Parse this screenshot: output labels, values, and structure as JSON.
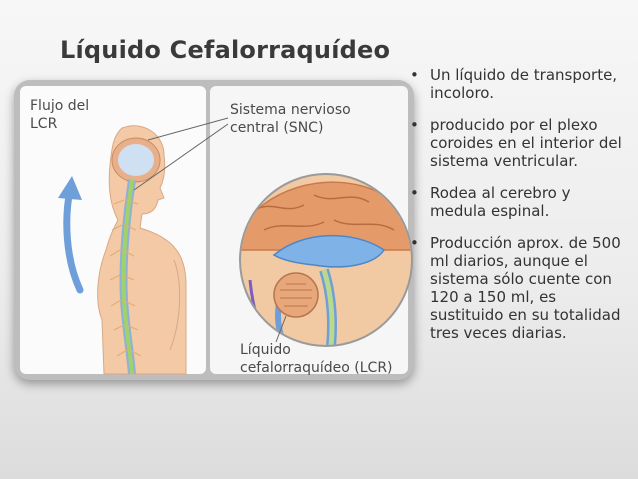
{
  "title": "Líquido Cefalorraquídeo",
  "figure": {
    "label_flow_line1": "Flujo del",
    "label_flow_line2": "LCR",
    "label_snc_line1": "Sistema nervioso",
    "label_snc_line2": "central (SNC)",
    "label_lcr_line1": "Líquido",
    "label_lcr_line2": "cefalorraquídeo (LCR)"
  },
  "bullets": [
    "Un líquido de transporte, incoloro.",
    "producido por el plexo coroides en el interior del sistema ventricular.",
    "Rodea al cerebro y medula espinal.",
    "Producción aprox. de 500 ml diarios, aunque el sistema sólo cuente con 120 a 150 ml, es sustituido en su totalidad tres veces diarias."
  ],
  "colors": {
    "skin": "#f3c9a6",
    "spine": "#9fd36a",
    "nerve": "#8fb0d8",
    "brain": "#e59a6a",
    "csf": "#6f9fd9"
  }
}
